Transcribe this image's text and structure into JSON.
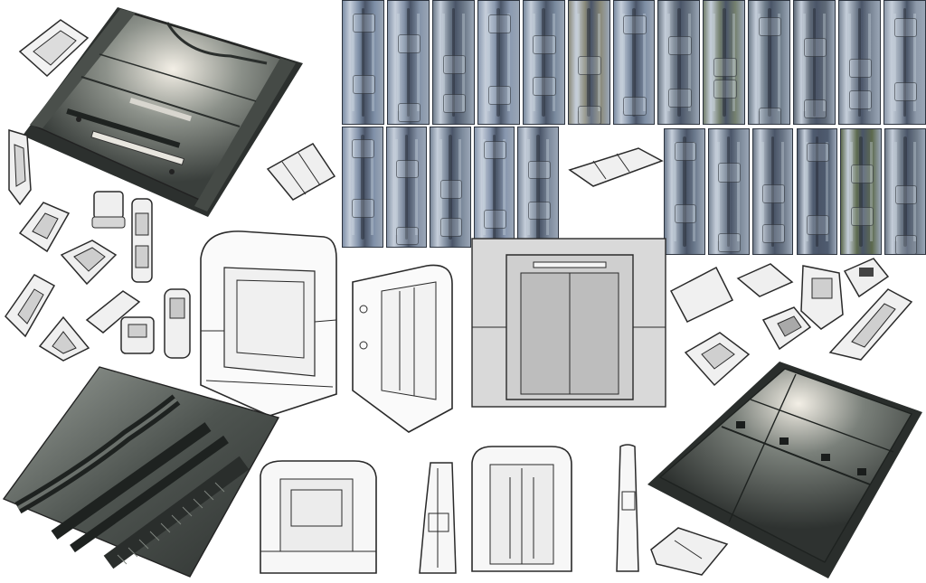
{
  "sheet": {
    "background": "#ffffff",
    "colors": {
      "panel_dark": "#3a3f3c",
      "panel_mid": "#5b615c",
      "panel_light": "#f3efe6",
      "tile_base": "#7f8fa8",
      "tile_dark": "#3f4a5c",
      "tile_olive": "#6b6a4a",
      "ink": "#2a2a2a",
      "sketch_fill": "#f2f2f2"
    },
    "thumbnail_rows": [
      {
        "count": 13,
        "tints": [
          "#7d8ea6",
          "#8493a8",
          "#6f7c8c",
          "#8b9ab0",
          "#7a8a9e",
          "#8a8a7a",
          "#7e8ea4",
          "#6c7886",
          "#74806e",
          "#6e7c8a",
          "#5f6a78",
          "#7a8696",
          "#8e9aaa"
        ]
      },
      {
        "count": 5,
        "tints": [
          "#8090a8",
          "#8592a6",
          "#7a889a",
          "#8796ae",
          "#7d8a9c"
        ]
      },
      {
        "count": 6,
        "tints": [
          "#6f7d90",
          "#7b8898",
          "#6c7888",
          "#4f5c70",
          "#5d6a4e",
          "#6e7a88"
        ]
      }
    ],
    "icons": [
      "rendered-wall-panel",
      "thumbnail-tile",
      "line-sketch-door",
      "sketch-greeble-part"
    ]
  }
}
